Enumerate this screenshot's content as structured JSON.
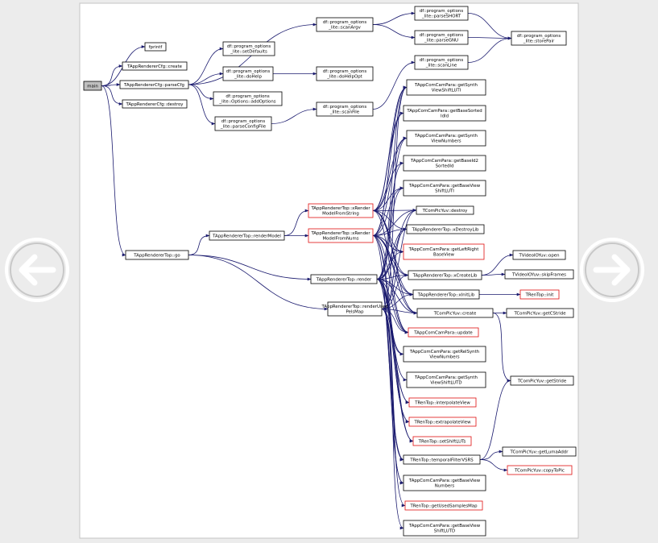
{
  "diagram": {
    "nodes": [
      {
        "id": "main",
        "lines": [
          "main"
        ],
        "style": "root"
      },
      {
        "id": "fprintf",
        "lines": [
          "fprintf"
        ],
        "style": "normal"
      },
      {
        "id": "cfg_create",
        "lines": [
          "TAppRendererCfg::create"
        ],
        "style": "normal"
      },
      {
        "id": "cfg_parse",
        "lines": [
          "TAppRendererCfg::parseCfg"
        ],
        "style": "normal"
      },
      {
        "id": "cfg_destroy",
        "lines": [
          "TAppRendererCfg::destroy"
        ],
        "style": "normal"
      },
      {
        "id": "top_go",
        "lines": [
          "TAppRendererTop::go"
        ],
        "style": "normal"
      },
      {
        "id": "po_setdefaults",
        "lines": [
          "df::program_options",
          "_lite::setDefaults"
        ],
        "style": "normal"
      },
      {
        "id": "po_dohelp",
        "lines": [
          "df::program_options",
          "_lite::doHelp"
        ],
        "style": "normal"
      },
      {
        "id": "po_addoptions",
        "lines": [
          "df::program_options",
          "_lite::Options::addOptions"
        ],
        "style": "normal"
      },
      {
        "id": "po_parseconfig",
        "lines": [
          "df::program_options",
          "_lite::parseConfigFile"
        ],
        "style": "normal"
      },
      {
        "id": "po_scanargv",
        "lines": [
          "df::program_options",
          "_lite::scanArgv"
        ],
        "style": "normal"
      },
      {
        "id": "po_dohelpopt",
        "lines": [
          "df::program_options",
          "_lite::doHelpOpt"
        ],
        "style": "normal"
      },
      {
        "id": "po_scanfile",
        "lines": [
          "df::program_options",
          "_lite::scanFile"
        ],
        "style": "normal"
      },
      {
        "id": "po_parseshort",
        "lines": [
          "df::program_options",
          "_lite::parseSHORT"
        ],
        "style": "normal"
      },
      {
        "id": "po_parsegnu",
        "lines": [
          "df::program_options",
          "_lite::parseGNU"
        ],
        "style": "normal"
      },
      {
        "id": "po_scanline",
        "lines": [
          "df::program_options",
          "_lite::scanLine"
        ],
        "style": "normal"
      },
      {
        "id": "po_storepair",
        "lines": [
          "df::program_options",
          "_lite::storePair"
        ],
        "style": "normal"
      },
      {
        "id": "top_rendermodel",
        "lines": [
          "TAppRendererTop::renderModel"
        ],
        "style": "normal"
      },
      {
        "id": "top_xrender_string",
        "lines": [
          "TAppRendererTop::xRender",
          "ModelFromString"
        ],
        "style": "red"
      },
      {
        "id": "top_xrender_nums",
        "lines": [
          "TAppRendererTop::xRender",
          "ModelFromNums"
        ],
        "style": "red"
      },
      {
        "id": "top_render",
        "lines": [
          "TAppRendererTop::render"
        ],
        "style": "normal"
      },
      {
        "id": "top_renderused",
        "lines": [
          "TAppRendererTop::renderUsed",
          "PelsMap"
        ],
        "style": "normal"
      },
      {
        "id": "cam_synthshift",
        "lines": [
          "TAppComCamPara::getSynth",
          "ViewShiftLUTI"
        ],
        "style": "normal"
      },
      {
        "id": "cam_basesorted",
        "lines": [
          "TAppComCamPara::getBaseSorted",
          "IdId"
        ],
        "style": "normal"
      },
      {
        "id": "cam_synthnumbers",
        "lines": [
          "TAppComCamPara::getSynth",
          "ViewNumbers"
        ],
        "style": "normal"
      },
      {
        "id": "cam_baseid2",
        "lines": [
          "TAppComCamPara::getBaseId2",
          "SortedId"
        ],
        "style": "normal"
      },
      {
        "id": "cam_baseviewshifti",
        "lines": [
          "TAppComCamPara::getBaseView",
          "ShiftLUTI"
        ],
        "style": "normal"
      },
      {
        "id": "pic_destroy",
        "lines": [
          "TComPicYuv::destroy"
        ],
        "style": "normal"
      },
      {
        "id": "top_xdestroylib",
        "lines": [
          "TAppRendererTop::xDestroyLib"
        ],
        "style": "normal"
      },
      {
        "id": "cam_leftright",
        "lines": [
          "TAppComCamPara::getLeftRight",
          "BaseView"
        ],
        "style": "red"
      },
      {
        "id": "top_xcreatelib",
        "lines": [
          "TAppRendererTop::xCreateLib"
        ],
        "style": "normal"
      },
      {
        "id": "top_xinitlib",
        "lines": [
          "TAppRendererTop::xInitLib"
        ],
        "style": "normal"
      },
      {
        "id": "pic_create",
        "lines": [
          "TComPicYuv::create"
        ],
        "style": "normal"
      },
      {
        "id": "cam_update",
        "lines": [
          "TAppComCamPara::update"
        ],
        "style": "red"
      },
      {
        "id": "cam_relsynth",
        "lines": [
          "TAppComCamPara::getRelSynth",
          "ViewNumbers"
        ],
        "style": "normal"
      },
      {
        "id": "cam_synthshiftd",
        "lines": [
          "TAppComCamPara::getSynth",
          "ViewShiftLUTD"
        ],
        "style": "normal"
      },
      {
        "id": "ren_interpolate",
        "lines": [
          "TRenTop::interpolateView"
        ],
        "style": "red"
      },
      {
        "id": "ren_extrapolate",
        "lines": [
          "TRenTop::extrapolateView"
        ],
        "style": "red"
      },
      {
        "id": "ren_setshift",
        "lines": [
          "TRenTop::setShiftLUTs"
        ],
        "style": "red"
      },
      {
        "id": "ren_temporal",
        "lines": [
          "TRenTop::temporalFilterVSRS"
        ],
        "style": "normal"
      },
      {
        "id": "cam_baseviewnumbers",
        "lines": [
          "TAppComCamPara::getBaseView",
          "Numbers"
        ],
        "style": "normal"
      },
      {
        "id": "ren_usedsamples",
        "lines": [
          "TRenTop::getUsedSamplesMap"
        ],
        "style": "red"
      },
      {
        "id": "cam_baseviewshiftd",
        "lines": [
          "TAppComCamPara::getBaseView",
          "ShiftLUTD"
        ],
        "style": "normal"
      },
      {
        "id": "vio_open",
        "lines": [
          "TVideoIOYuv::open"
        ],
        "style": "normal"
      },
      {
        "id": "vio_skip",
        "lines": [
          "TVideoIOYuv::skipFrames"
        ],
        "style": "normal"
      },
      {
        "id": "ren_init",
        "lines": [
          "TRenTop::init"
        ],
        "style": "red"
      },
      {
        "id": "pic_getcstride",
        "lines": [
          "TComPicYuv::getCStride"
        ],
        "style": "normal"
      },
      {
        "id": "pic_getstride",
        "lines": [
          "TComPicYuv::getStride"
        ],
        "style": "normal"
      },
      {
        "id": "pic_getluma",
        "lines": [
          "TComPicYuv::getLumaAddr"
        ],
        "style": "normal"
      },
      {
        "id": "pic_copytopic",
        "lines": [
          "TComPicYuv::copyToPic"
        ],
        "style": "red"
      }
    ],
    "edges": [
      [
        "main",
        "fprintf"
      ],
      [
        "main",
        "cfg_create"
      ],
      [
        "main",
        "cfg_parse"
      ],
      [
        "main",
        "cfg_destroy"
      ],
      [
        "main",
        "top_go"
      ],
      [
        "cfg_parse",
        "po_setdefaults"
      ],
      [
        "cfg_parse",
        "po_dohelp"
      ],
      [
        "cfg_parse",
        "po_addoptions"
      ],
      [
        "cfg_parse",
        "po_parseconfig"
      ],
      [
        "cfg_parse",
        "po_scanargv"
      ],
      [
        "po_dohelp",
        "po_dohelpopt"
      ],
      [
        "po_parseconfig",
        "po_scanfile"
      ],
      [
        "po_scanargv",
        "po_parseshort"
      ],
      [
        "po_scanargv",
        "po_parsegnu"
      ],
      [
        "po_parseshort",
        "po_storepair"
      ],
      [
        "po_parsegnu",
        "po_storepair"
      ],
      [
        "po_scanline",
        "po_storepair"
      ],
      [
        "po_scanfile",
        "po_scanline"
      ],
      [
        "top_go",
        "top_rendermodel"
      ],
      [
        "top_go",
        "top_render"
      ],
      [
        "top_go",
        "top_renderused"
      ],
      [
        "top_rendermodel",
        "top_xrender_string"
      ],
      [
        "top_rendermodel",
        "top_xrender_nums"
      ],
      [
        "top_xrender_string",
        "cam_synthshift"
      ],
      [
        "top_xrender_string",
        "cam_basesorted"
      ],
      [
        "top_xrender_string",
        "cam_synthnumbers"
      ],
      [
        "top_xrender_string",
        "cam_baseid2"
      ],
      [
        "top_xrender_string",
        "cam_baseviewshifti"
      ],
      [
        "top_xrender_string",
        "pic_destroy"
      ],
      [
        "top_xrender_string",
        "top_xdestroylib"
      ],
      [
        "top_xrender_string",
        "cam_leftright"
      ],
      [
        "top_xrender_string",
        "top_xcreatelib"
      ],
      [
        "top_xrender_string",
        "top_xinitlib"
      ],
      [
        "top_xrender_string",
        "pic_create"
      ],
      [
        "top_xrender_string",
        "cam_update"
      ],
      [
        "top_xrender_nums",
        "cam_synthshift"
      ],
      [
        "top_xrender_nums",
        "cam_basesorted"
      ],
      [
        "top_xrender_nums",
        "cam_synthnumbers"
      ],
      [
        "top_xrender_nums",
        "cam_baseviewshifti"
      ],
      [
        "top_xrender_nums",
        "pic_destroy"
      ],
      [
        "top_xrender_nums",
        "top_xdestroylib"
      ],
      [
        "top_xrender_nums",
        "cam_leftright"
      ],
      [
        "top_xrender_nums",
        "top_xcreatelib"
      ],
      [
        "top_xrender_nums",
        "top_xinitlib"
      ],
      [
        "top_xrender_nums",
        "pic_create"
      ],
      [
        "top_xrender_nums",
        "cam_update"
      ],
      [
        "top_xrender_nums",
        "ren_interpolate"
      ],
      [
        "top_xrender_nums",
        "ren_extrapolate"
      ],
      [
        "top_xrender_nums",
        "ren_temporal"
      ],
      [
        "top_render",
        "cam_synthshift"
      ],
      [
        "top_render",
        "cam_synthnumbers"
      ],
      [
        "top_render",
        "cam_baseid2"
      ],
      [
        "top_render",
        "cam_baseviewshifti"
      ],
      [
        "top_render",
        "pic_destroy"
      ],
      [
        "top_render",
        "top_xdestroylib"
      ],
      [
        "top_render",
        "cam_leftright"
      ],
      [
        "top_render",
        "top_xcreatelib"
      ],
      [
        "top_render",
        "top_xinitlib"
      ],
      [
        "top_render",
        "pic_create"
      ],
      [
        "top_render",
        "cam_update"
      ],
      [
        "top_render",
        "cam_relsynth"
      ],
      [
        "top_render",
        "cam_synthshiftd"
      ],
      [
        "top_render",
        "ren_interpolate"
      ],
      [
        "top_render",
        "ren_extrapolate"
      ],
      [
        "top_render",
        "ren_setshift"
      ],
      [
        "top_render",
        "ren_temporal"
      ],
      [
        "top_render",
        "cam_baseviewnumbers"
      ],
      [
        "top_renderused",
        "cam_synthshift"
      ],
      [
        "top_renderused",
        "pic_destroy"
      ],
      [
        "top_renderused",
        "top_xdestroylib"
      ],
      [
        "top_renderused",
        "top_xcreatelib"
      ],
      [
        "top_renderused",
        "top_xinitlib"
      ],
      [
        "top_renderused",
        "pic_create"
      ],
      [
        "top_renderused",
        "cam_update"
      ],
      [
        "top_renderused",
        "cam_relsynth"
      ],
      [
        "top_renderused",
        "ren_setshift"
      ],
      [
        "top_renderused",
        "ren_temporal"
      ],
      [
        "top_renderused",
        "cam_baseviewnumbers"
      ],
      [
        "top_renderused",
        "ren_usedsamples"
      ],
      [
        "top_renderused",
        "cam_baseviewshiftd"
      ],
      [
        "top_xcreatelib",
        "vio_open"
      ],
      [
        "top_xcreatelib",
        "vio_skip"
      ],
      [
        "top_xinitlib",
        "ren_init"
      ],
      [
        "pic_create",
        "pic_getcstride"
      ],
      [
        "pic_create",
        "pic_getstride"
      ],
      [
        "ren_temporal",
        "pic_getstride"
      ],
      [
        "ren_temporal",
        "pic_getluma"
      ],
      [
        "ren_temporal",
        "pic_copytopic"
      ]
    ]
  },
  "navigation": {
    "prev_icon": "arrow-left-icon",
    "next_icon": "arrow-right-icon"
  }
}
